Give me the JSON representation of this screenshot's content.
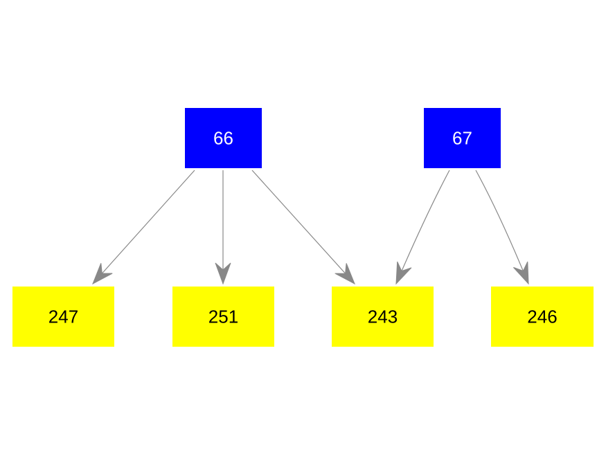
{
  "colors": {
    "parent_fill": "#0000ff",
    "parent_text": "#ffffff",
    "child_fill": "#ffff00",
    "child_text": "#000000",
    "edge": "#888888",
    "background": "#ffffff"
  },
  "nodes": [
    {
      "id": "66",
      "label": "66",
      "kind": "parent"
    },
    {
      "id": "67",
      "label": "67",
      "kind": "parent"
    },
    {
      "id": "247",
      "label": "247",
      "kind": "child"
    },
    {
      "id": "251",
      "label": "251",
      "kind": "child"
    },
    {
      "id": "243",
      "label": "243",
      "kind": "child"
    },
    {
      "id": "246",
      "label": "246",
      "kind": "child"
    }
  ],
  "edges": [
    {
      "from": "66",
      "to": "247"
    },
    {
      "from": "66",
      "to": "251"
    },
    {
      "from": "66",
      "to": "243"
    },
    {
      "from": "67",
      "to": "243"
    },
    {
      "from": "67",
      "to": "246"
    }
  ]
}
